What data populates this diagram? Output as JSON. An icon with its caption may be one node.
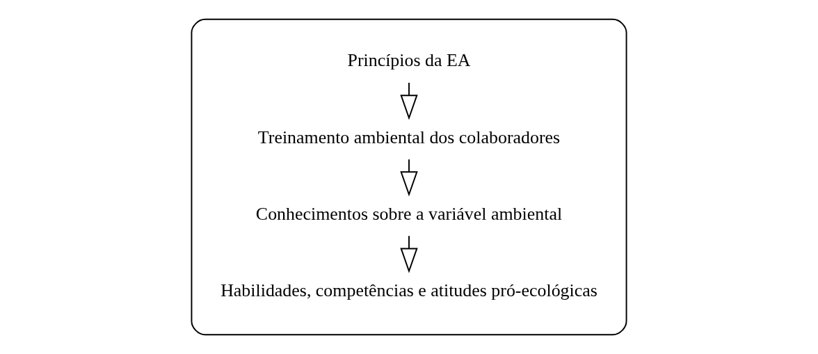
{
  "diagram": {
    "nodes": [
      {
        "text": [],
        "shape": "box"
      },
      {
        "text": [
          "Princípios da EA"
        ],
        "in": 0
      },
      {
        "text": [
          "Treinamento ambiental dos colaboradores"
        ],
        "in": 0
      },
      {
        "text": [
          "Conhecimentos sobre a variável ambiental"
        ],
        "in": 0
      },
      {
        "text": [
          "Habilidades, competências e atitudes pró-ecológicas"
        ],
        "in": 0
      }
    ],
    "edges": [
      {
        "from": 1,
        "to": 2,
        "arrow": "to"
      },
      {
        "from": 2,
        "to": 3,
        "arrow": "to"
      },
      {
        "from": 3,
        "to": 4,
        "arrow": "to"
      }
    ]
  }
}
